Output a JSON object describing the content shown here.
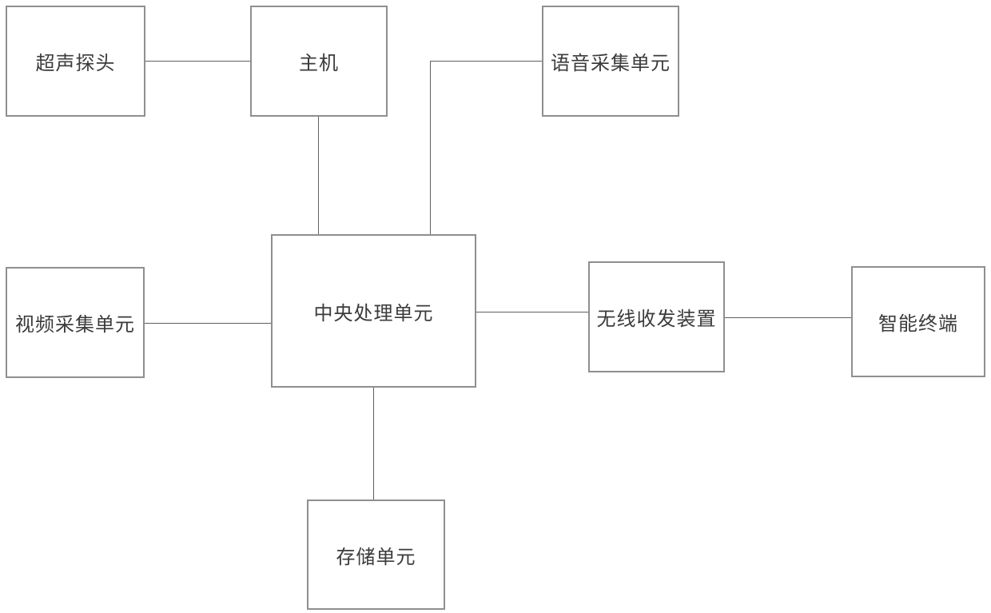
{
  "diagram": {
    "type": "block-diagram",
    "nodes": [
      {
        "id": "ultrasound-probe",
        "label": "超声探头"
      },
      {
        "id": "host",
        "label": "主机"
      },
      {
        "id": "voice-acquisition-unit",
        "label": "语音采集单元"
      },
      {
        "id": "video-acquisition-unit",
        "label": "视频采集单元"
      },
      {
        "id": "central-processing-unit",
        "label": "中央处理单元"
      },
      {
        "id": "wireless-transceiver",
        "label": "无线收发装置"
      },
      {
        "id": "smart-terminal",
        "label": "智能终端"
      },
      {
        "id": "storage-unit",
        "label": "存储单元"
      }
    ],
    "connections": [
      {
        "from": "超声探头",
        "to": "主机",
        "shape": "horizontal"
      },
      {
        "from": "主机",
        "to": "中央处理单元",
        "shape": "vertical"
      },
      {
        "from": "语音采集单元",
        "to": "中央处理单元",
        "shape": "elbow-left-down"
      },
      {
        "from": "视频采集单元",
        "to": "中央处理单元",
        "shape": "horizontal"
      },
      {
        "from": "中央处理单元",
        "to": "无线收发装置",
        "shape": "horizontal"
      },
      {
        "from": "无线收发装置",
        "to": "智能终端",
        "shape": "horizontal"
      },
      {
        "from": "中央处理单元",
        "to": "存储单元",
        "shape": "vertical"
      }
    ],
    "colors": {
      "background": "#ffffff",
      "box_border": "#8f8f8f",
      "connector": "#5f5f5f",
      "text": "#3b3b3b"
    }
  }
}
